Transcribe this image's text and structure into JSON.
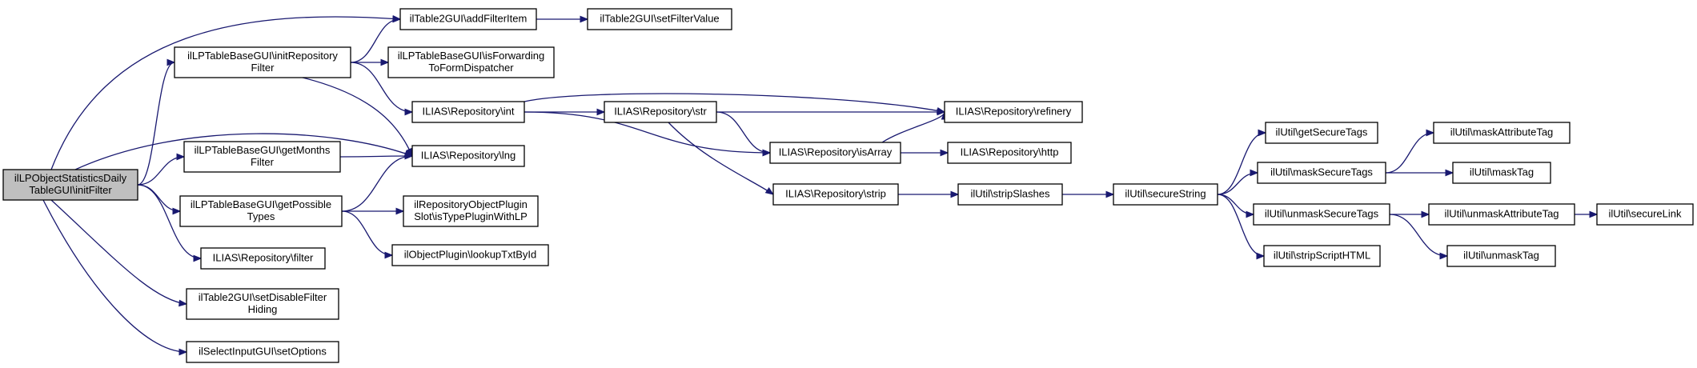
{
  "diagram": {
    "nodes": {
      "root": [
        "ilLPObjectStatisticsDaily",
        "TableGUI\\initFilter"
      ],
      "addFilterItem": [
        "ilTable2GUI\\addFilterItem"
      ],
      "setFilterValue": [
        "ilTable2GUI\\setFilterValue"
      ],
      "initRepositoryFilter": [
        "ilLPTableBaseGUI\\initRepository",
        "Filter"
      ],
      "isForwarding": [
        "ilLPTableBaseGUI\\isForwarding",
        "ToFormDispatcher"
      ],
      "repoInt": [
        "ILIAS\\Repository\\int"
      ],
      "repoStr": [
        "ILIAS\\Repository\\str"
      ],
      "repoRefinery": [
        "ILIAS\\Repository\\refinery"
      ],
      "repoLng": [
        "ILIAS\\Repository\\lng"
      ],
      "getMonthsFilter": [
        "ilLPTableBaseGUI\\getMonths",
        "Filter"
      ],
      "repoIsArray": [
        "ILIAS\\Repository\\isArray"
      ],
      "repoHttp": [
        "ILIAS\\Repository\\http"
      ],
      "getPossibleTypes": [
        "ilLPTableBaseGUI\\getPossible",
        "Types"
      ],
      "isTypePlugin": [
        "ilRepositoryObjectPlugin",
        "Slot\\isTypePluginWithLP"
      ],
      "repoStrip": [
        "ILIAS\\Repository\\strip"
      ],
      "stripSlashes": [
        "ilUtil\\stripSlashes"
      ],
      "secureString": [
        "ilUtil\\secureString"
      ],
      "lookupTxtById": [
        "ilObjectPlugin\\lookupTxtById"
      ],
      "repoFilter": [
        "ILIAS\\Repository\\filter"
      ],
      "setDisableFilterHiding": [
        "ilTable2GUI\\setDisableFilter",
        "Hiding"
      ],
      "setOptions": [
        "ilSelectInputGUI\\setOptions"
      ],
      "getSecureTags": [
        "ilUtil\\getSecureTags"
      ],
      "maskSecureTags": [
        "ilUtil\\maskSecureTags"
      ],
      "unmaskSecureTags": [
        "ilUtil\\unmaskSecureTags"
      ],
      "stripScriptHTML": [
        "ilUtil\\stripScriptHTML"
      ],
      "maskAttributeTag": [
        "ilUtil\\maskAttributeTag"
      ],
      "maskTag": [
        "ilUtil\\maskTag"
      ],
      "unmaskAttributeTag": [
        "ilUtil\\unmaskAttributeTag"
      ],
      "unmaskTag": [
        "ilUtil\\unmaskTag"
      ],
      "secureLink": [
        "ilUtil\\secureLink"
      ]
    },
    "edges": [
      [
        "root",
        "addFilterItem"
      ],
      [
        "root",
        "initRepositoryFilter"
      ],
      [
        "root",
        "repoLng"
      ],
      [
        "root",
        "getMonthsFilter"
      ],
      [
        "root",
        "getPossibleTypes"
      ],
      [
        "root",
        "repoFilter"
      ],
      [
        "root",
        "setDisableFilterHiding"
      ],
      [
        "root",
        "setOptions"
      ],
      [
        "addFilterItem",
        "setFilterValue"
      ],
      [
        "initRepositoryFilter",
        "addFilterItem"
      ],
      [
        "initRepositoryFilter",
        "isForwarding"
      ],
      [
        "initRepositoryFilter",
        "repoInt"
      ],
      [
        "initRepositoryFilter",
        "repoLng"
      ],
      [
        "getMonthsFilter",
        "repoLng"
      ],
      [
        "getPossibleTypes",
        "repoLng"
      ],
      [
        "getPossibleTypes",
        "isTypePlugin"
      ],
      [
        "getPossibleTypes",
        "lookupTxtById"
      ],
      [
        "repoInt",
        "repoRefinery"
      ],
      [
        "repoInt",
        "repoStr"
      ],
      [
        "repoInt",
        "repoIsArray"
      ],
      [
        "repoStr",
        "repoRefinery"
      ],
      [
        "repoStr",
        "repoIsArray"
      ],
      [
        "repoStr",
        "repoStrip"
      ],
      [
        "repoIsArray",
        "repoRefinery"
      ],
      [
        "repoIsArray",
        "repoHttp"
      ],
      [
        "repoStrip",
        "stripSlashes"
      ],
      [
        "stripSlashes",
        "secureString"
      ],
      [
        "secureString",
        "getSecureTags"
      ],
      [
        "secureString",
        "maskSecureTags"
      ],
      [
        "secureString",
        "unmaskSecureTags"
      ],
      [
        "secureString",
        "stripScriptHTML"
      ],
      [
        "maskSecureTags",
        "maskAttributeTag"
      ],
      [
        "maskSecureTags",
        "maskTag"
      ],
      [
        "unmaskSecureTags",
        "unmaskAttributeTag"
      ],
      [
        "unmaskSecureTags",
        "unmaskTag"
      ],
      [
        "unmaskAttributeTag",
        "secureLink"
      ]
    ]
  }
}
